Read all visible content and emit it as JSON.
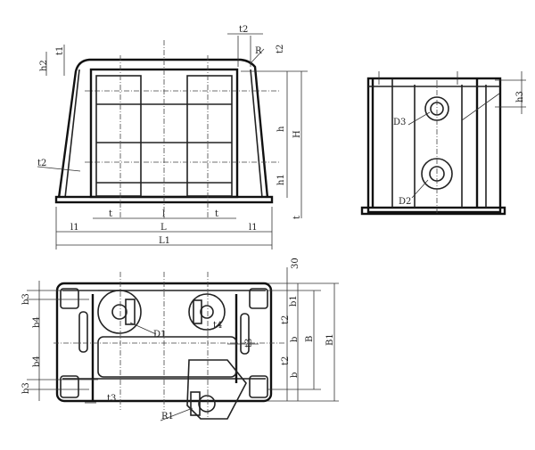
{
  "front_view": {
    "labels": {
      "t1": "t1",
      "h2": "h2",
      "t2_top": "t2",
      "R": "R",
      "t2_right": "t2",
      "h": "h",
      "H": "H",
      "h1": "h1",
      "t_right": "t",
      "t2_left": "t2",
      "t_a": "t",
      "t_b": "t",
      "l": "l",
      "L": "L",
      "l1_left": "l1",
      "l1_right": "l1",
      "L1": "L1"
    }
  },
  "side_view": {
    "labels": {
      "h3": "h3",
      "D3": "D3",
      "D2": "D2"
    }
  },
  "plan_view": {
    "labels": {
      "b3_top": "b3",
      "b4_top": "b4",
      "b4_bottom": "b4",
      "b3_bottom": "b3",
      "D1": "D1",
      "t4": "t4",
      "t3_right": "t3",
      "t3_bottom": "t3",
      "R1": "R1",
      "d30": "30",
      "b1": "b1",
      "t2_a": "t2",
      "b_a": "b",
      "B": "B",
      "t2_b": "t2",
      "b_b": "b",
      "B1": "B1"
    }
  }
}
